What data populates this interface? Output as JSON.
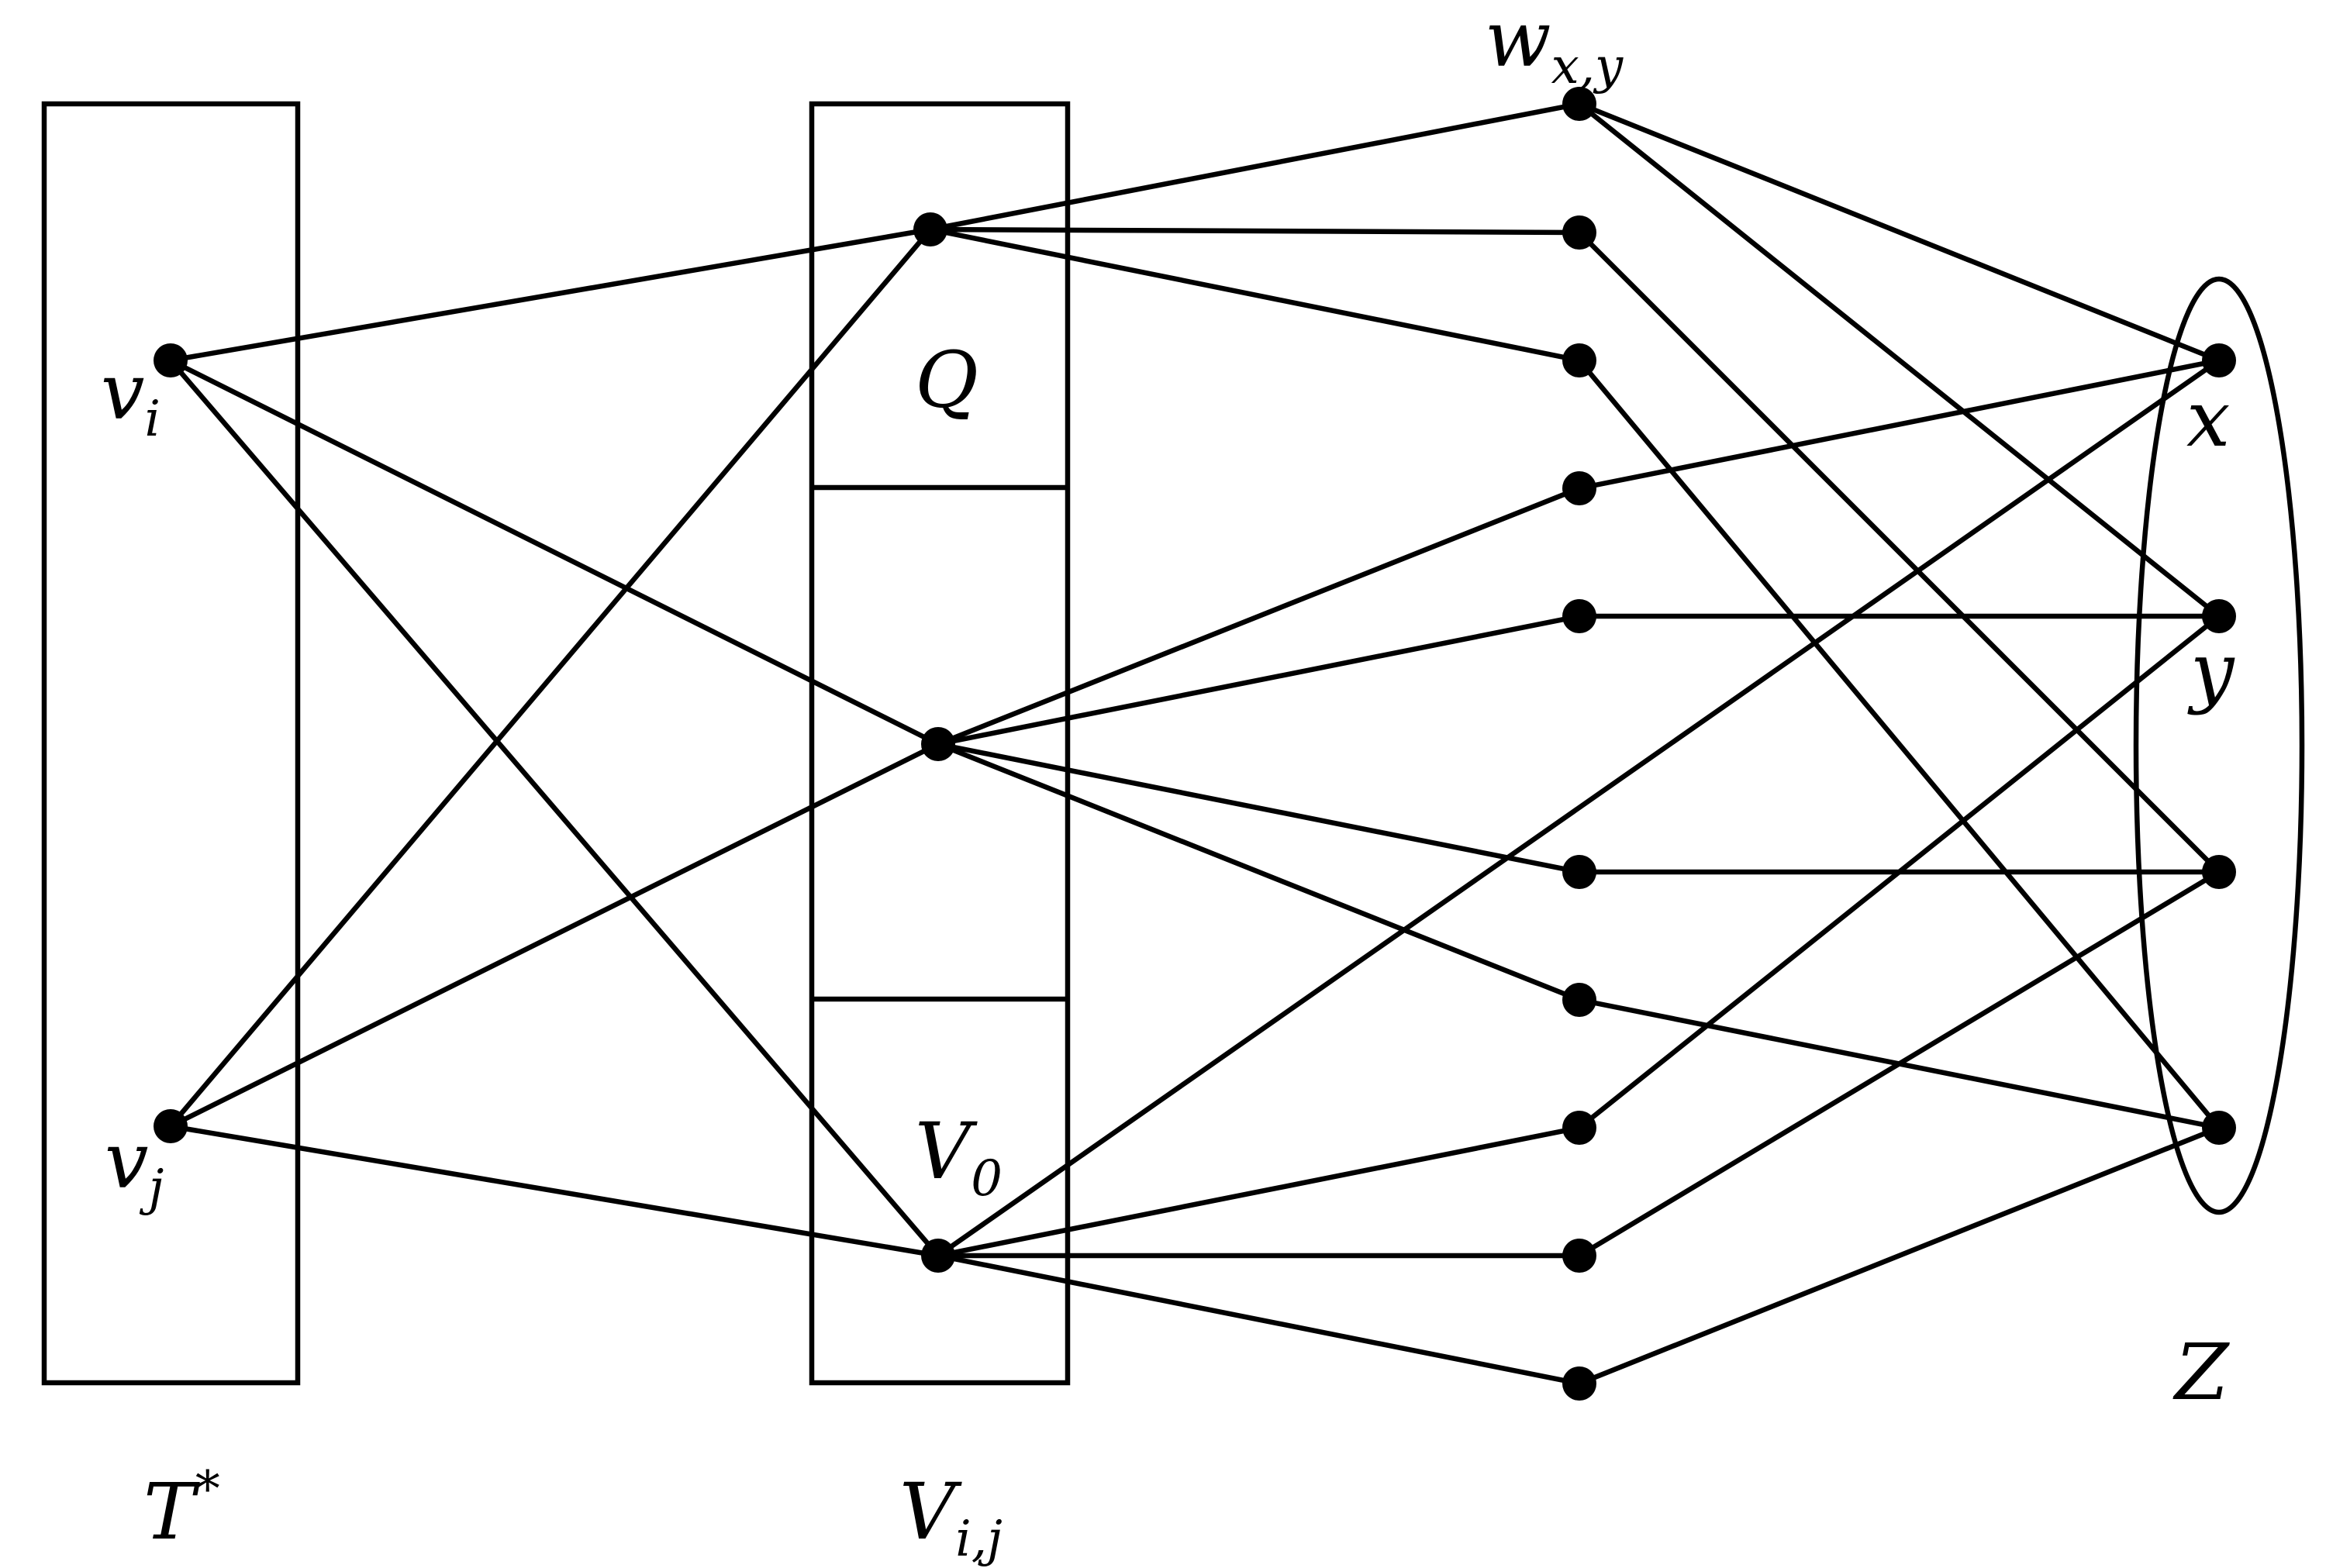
{
  "labels": {
    "vi": "v",
    "vi_sub": "i",
    "vj": "v",
    "vj_sub": "j",
    "q": "Q",
    "v0": "V",
    "v0_sub": "0",
    "wxy": "w",
    "wxy_sub": "x,y",
    "x": "x",
    "y": "y",
    "z": "Z",
    "tstar": "T",
    "tstar_sup": "*",
    "vij": "V",
    "vij_sub": "i,j"
  },
  "colors": {
    "ink": "#000000",
    "background": "#ffffff"
  },
  "nodes": [
    "vi",
    "vj",
    "q",
    "m",
    "b",
    "w1",
    "w2",
    "w3",
    "w4",
    "w5",
    "w6",
    "w7",
    "w8",
    "w9",
    "w10",
    "x",
    "y",
    "z3",
    "z4"
  ],
  "edges": [
    [
      "vi",
      "q"
    ],
    [
      "vi",
      "m"
    ],
    [
      "vi",
      "b"
    ],
    [
      "vj",
      "q"
    ],
    [
      "vj",
      "m"
    ],
    [
      "vj",
      "b"
    ],
    [
      "q",
      "w1"
    ],
    [
      "q",
      "w2"
    ],
    [
      "q",
      "w3"
    ],
    [
      "m",
      "w4"
    ],
    [
      "m",
      "w5"
    ],
    [
      "m",
      "w6"
    ],
    [
      "m",
      "w7"
    ],
    [
      "b",
      "w8"
    ],
    [
      "b",
      "w9"
    ],
    [
      "b",
      "w10"
    ],
    [
      "b",
      "x"
    ],
    [
      "w1",
      "x"
    ],
    [
      "w1",
      "y"
    ],
    [
      "w2",
      "z3"
    ],
    [
      "w3",
      "z4"
    ],
    [
      "w4",
      "x"
    ],
    [
      "w5",
      "y"
    ],
    [
      "w6",
      "z3"
    ],
    [
      "w7",
      "z4"
    ],
    [
      "w8",
      "y"
    ],
    [
      "w9",
      "z3"
    ],
    [
      "w10",
      "z4"
    ]
  ]
}
